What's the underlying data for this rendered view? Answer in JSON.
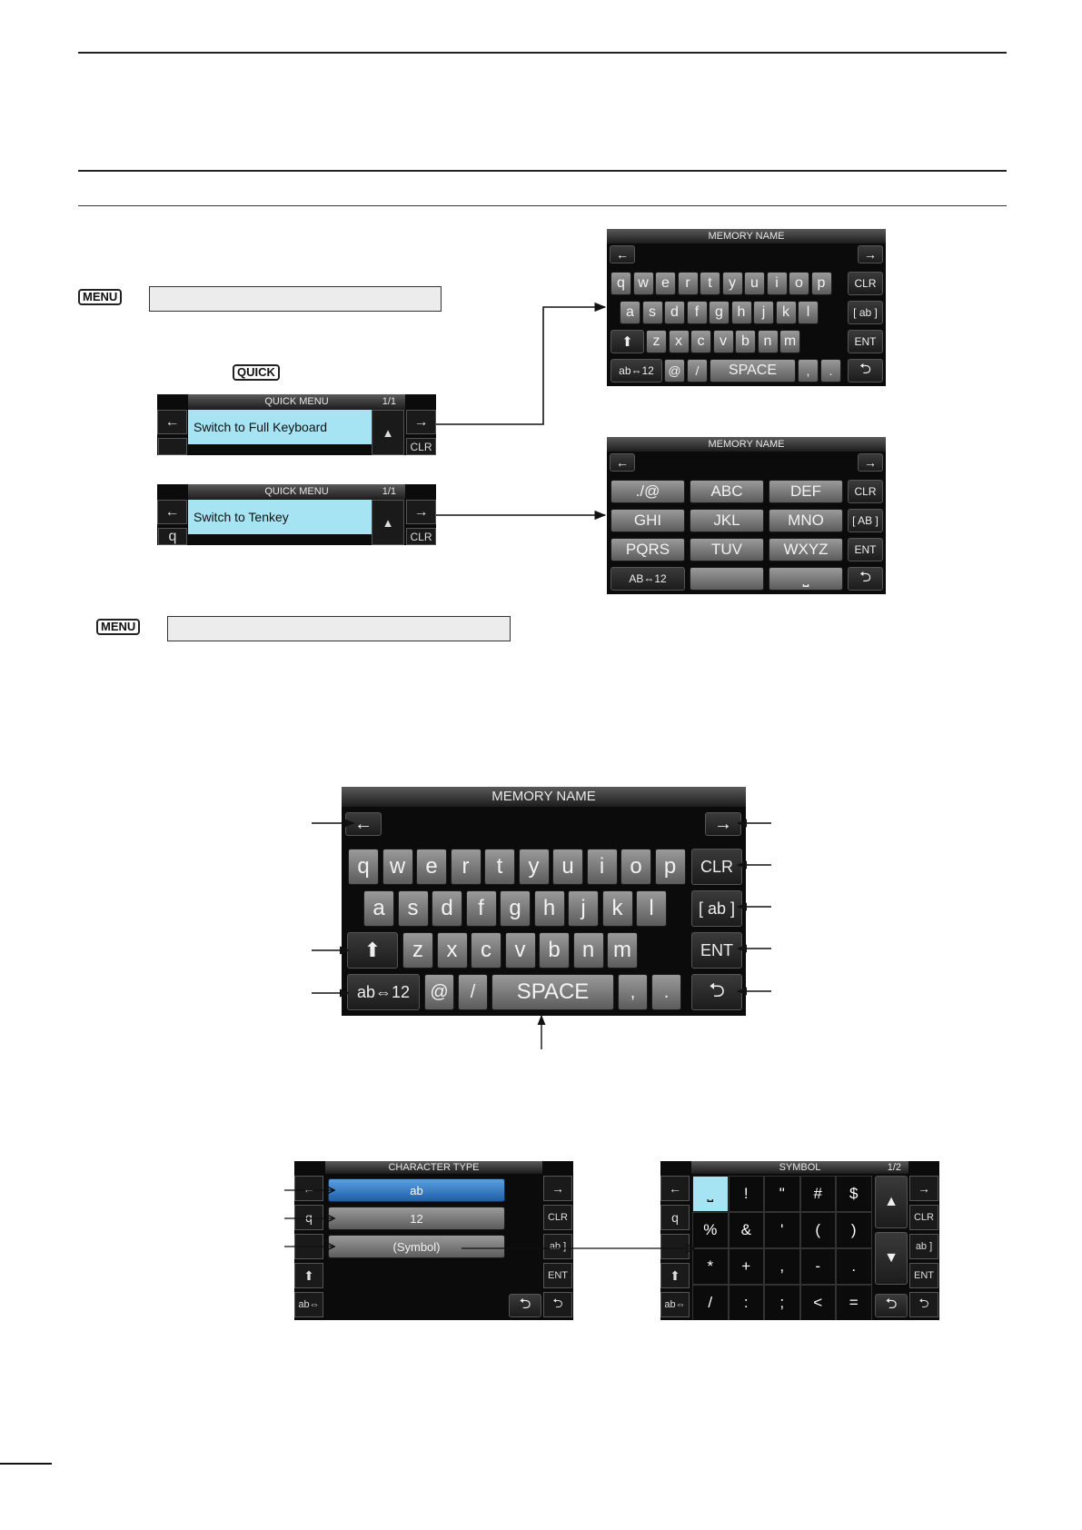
{
  "labels": {
    "menu_key": "MENU",
    "quick_key": "QUICK"
  },
  "quick_menus": [
    {
      "title": "QUICK MENU",
      "page": "1/1",
      "item": "Switch to Full Keyboard",
      "up": "▲",
      "left": "←",
      "right": "→",
      "clr": "CLR"
    },
    {
      "title": "QUICK MENU",
      "page": "1/1",
      "item": "Switch to Tenkey",
      "up": "▲",
      "left": "←",
      "right": "→",
      "clr": "CLR",
      "partial": "q"
    }
  ],
  "full_keyboard": {
    "title": "MEMORY NAME",
    "left_arrow": "←",
    "right_arrow": "→",
    "row1": [
      "q",
      "w",
      "e",
      "r",
      "t",
      "y",
      "u",
      "i",
      "o",
      "p"
    ],
    "row2": [
      "a",
      "s",
      "d",
      "f",
      "g",
      "h",
      "j",
      "k",
      "l"
    ],
    "row3": [
      "z",
      "x",
      "c",
      "v",
      "b",
      "n",
      "m"
    ],
    "shift": "⬆",
    "mode": "ab⇔12",
    "at": "@",
    "slash": "/",
    "space": "SPACE",
    "comma": ",",
    "period": ".",
    "clr": "CLR",
    "case": "[ ab ]",
    "ent": "ENT",
    "back": "⮌"
  },
  "tenkey": {
    "title": "MEMORY NAME",
    "left_arrow": "←",
    "right_arrow": "→",
    "keys": [
      "./@",
      "ABC",
      "DEF",
      "GHI",
      "JKL",
      "MNO",
      "PQRS",
      "TUV",
      "WXYZ",
      "AB⇔12",
      "",
      "⎵"
    ],
    "clr": "CLR",
    "case": "[ AB ]",
    "ent": "ENT",
    "back": "⮌"
  },
  "character_type": {
    "title": "CHARACTER TYPE",
    "options": [
      "ab",
      "12",
      "(Symbol)"
    ],
    "back": "⮌",
    "side_left": [
      "←",
      "q",
      "",
      "⬆",
      "ab⇔"
    ],
    "side_right": [
      "→",
      "CLR",
      "ab ]",
      "ENT",
      "⮌"
    ]
  },
  "symbol": {
    "title": "SYMBOL",
    "page": "1/2",
    "grid": [
      "⎵",
      "!",
      "\"",
      "#",
      "$",
      "%",
      "&",
      "'",
      "(",
      ")",
      "*",
      "+",
      ",",
      "-",
      ".",
      "/",
      ":",
      ";",
      "<",
      "="
    ],
    "up": "▲",
    "down": "▼",
    "back": "⮌",
    "side_left": [
      "←",
      "q",
      "",
      "⬆",
      "ab⇔"
    ],
    "side_right": [
      "→",
      "CLR",
      "ab ]",
      "ENT",
      "⮌"
    ]
  }
}
